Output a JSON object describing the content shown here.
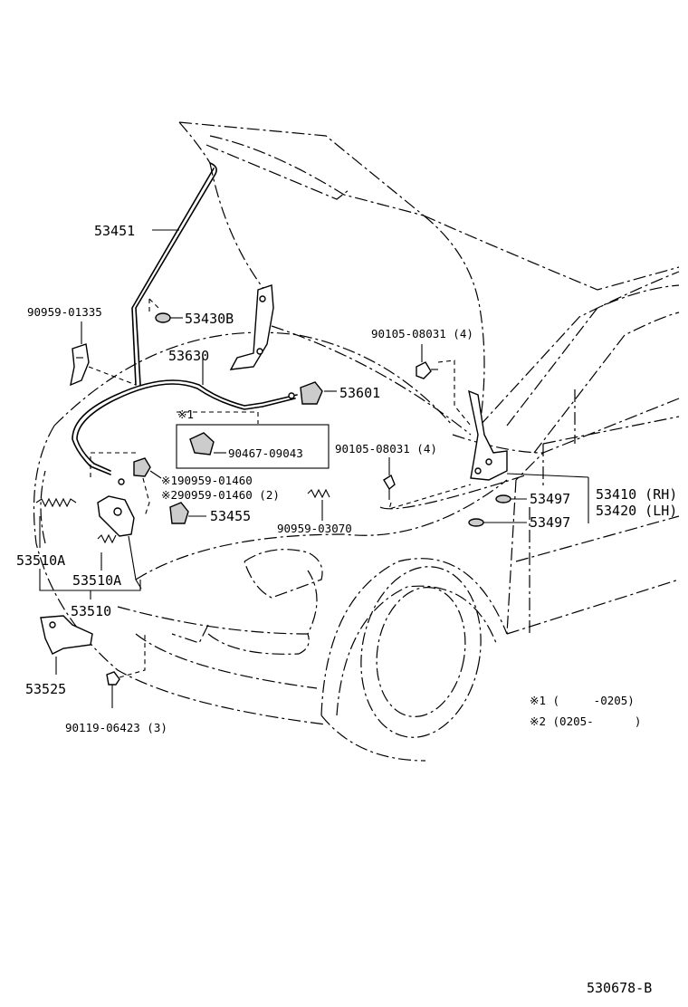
{
  "diagram": {
    "labels": {
      "p53451": "53451",
      "p90959_01335": "90959-01335",
      "p53430B": "53430B",
      "p53630": "53630",
      "p53601": "53601",
      "p90105_08031_top": "90105-08031 (4)",
      "p90105_08031_mid": "90105-08031 (4)",
      "note1_marker": "※1",
      "p90467_09043": "90467-09043",
      "p190959": "※190959-01460",
      "p290959": "※290959-01460 (2)",
      "p53455": "53455",
      "p90959_03070": "90959-03070",
      "p53497a": "53497",
      "p53497b": "53497",
      "p53410": "53410 (RH)",
      "p53420": "53420 (LH)",
      "p53510A_left": "53510A",
      "p53510A_right": "53510A",
      "p53510": "53510",
      "p53525": "53525",
      "p90119_06423": "90119-06423 (3)"
    },
    "notes": {
      "note1": "※1 (     -0205)",
      "note2": "※2 (0205-      )"
    },
    "figure_code": "530678-B"
  }
}
